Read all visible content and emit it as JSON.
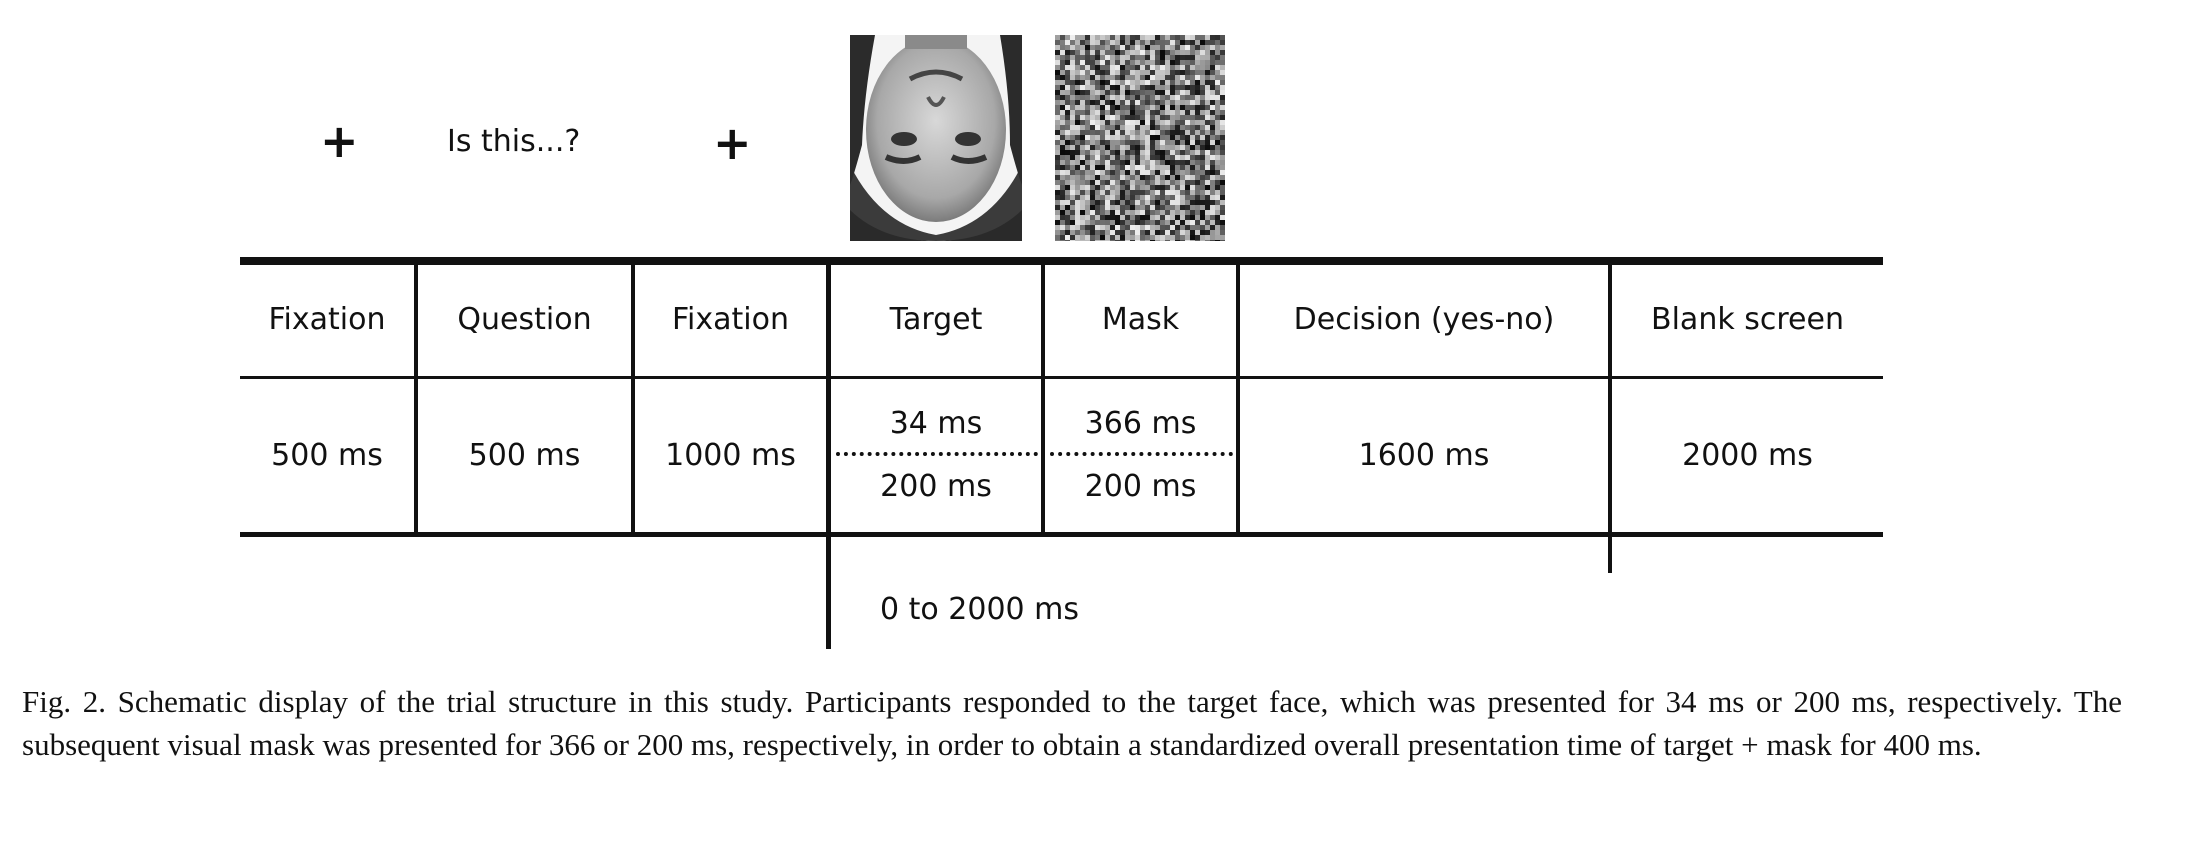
{
  "stimuli": {
    "fixation1_symbol": "+",
    "question_text": "Is this...?",
    "fixation2_symbol": "+"
  },
  "table": {
    "headers": [
      "Fixation",
      "Question",
      "Fixation",
      "Target",
      "Mask",
      "Decision (yes-no)",
      "Blank screen"
    ],
    "durations": {
      "fixation1": "500 ms",
      "question": "500 ms",
      "fixation2": "1000 ms",
      "target_short": "34 ms",
      "target_long": "200 ms",
      "mask_short": "366 ms",
      "mask_long": "200 ms",
      "decision": "1600 ms",
      "blank": "2000 ms"
    },
    "response_window": "0 to 2000 ms"
  },
  "caption": "Fig. 2. Schematic display of the trial structure in this study. Participants responded to the target face, which was presented for 34 ms or 200 ms, respectively. The subsequent visual mask was presented for 366 or 200 ms, respectively, in order to obtain a standardized overall presentation time of target + mask for 400 ms."
}
